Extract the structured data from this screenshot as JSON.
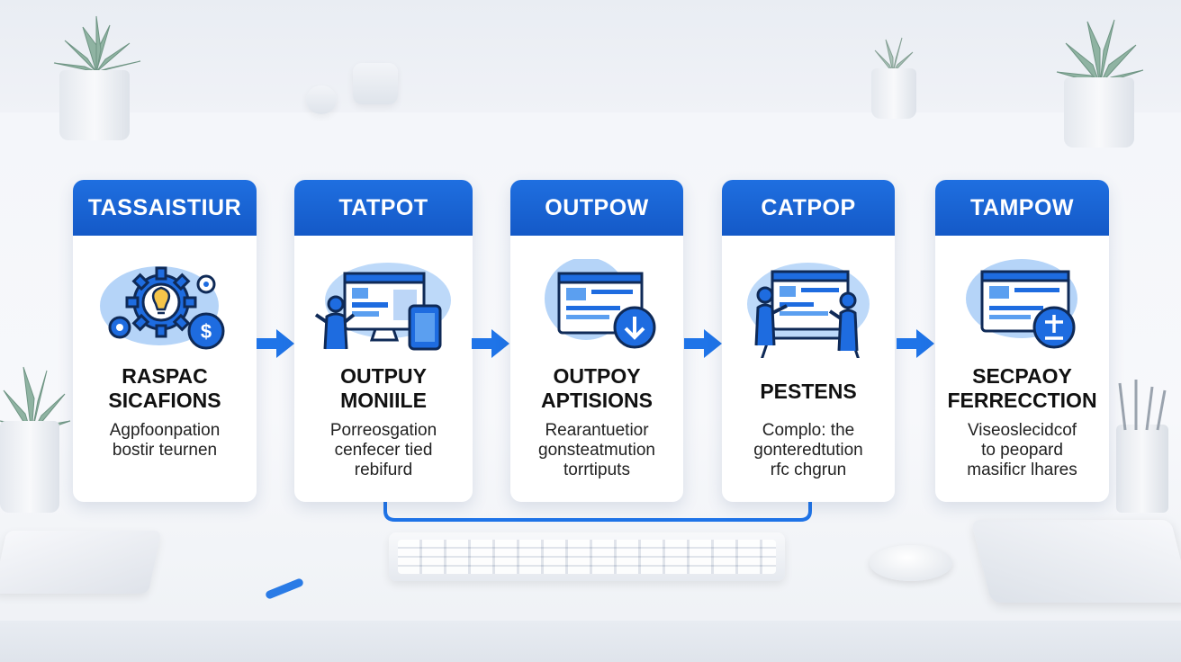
{
  "colors": {
    "header_blue": "#1766d6",
    "icon_blue": "#1e6ce0",
    "icon_light": "#5b9ff0",
    "arrow_blue": "#1f74e8"
  },
  "steps": [
    {
      "header": "TASSAISTIUR",
      "title": [
        "RASPAC",
        "SICAFIONS"
      ],
      "desc": [
        "Agpfoonpation",
        "bostir teurnen"
      ],
      "icon": "gear-lightbulb-dollar-icon"
    },
    {
      "header": "TATPOT",
      "title": [
        "OUTPUY",
        "MONIILE"
      ],
      "desc": [
        "Porreosgation",
        "cenfecer tied",
        "rebifurd"
      ],
      "icon": "people-monitor-phone-icon"
    },
    {
      "header": "OUTPOW",
      "title": [
        "OUTPOY",
        "APTISIONS"
      ],
      "desc": [
        "Rearantuetior",
        "gonsteatmution",
        "torrtiputs"
      ],
      "icon": "monitor-download-icon"
    },
    {
      "header": "CATPOP",
      "title": [
        "PESTENS"
      ],
      "desc": [
        "Complo: the",
        "gonteredtution",
        "rfc chgrun"
      ],
      "icon": "people-computer-icon"
    },
    {
      "header": "TAMPOW",
      "title": [
        "SECPAOY",
        "FERRECCTION"
      ],
      "desc": [
        "Viseoslecidcof",
        "to peopard",
        "masificr lhares"
      ],
      "icon": "monitor-plus-minus-icon"
    }
  ]
}
